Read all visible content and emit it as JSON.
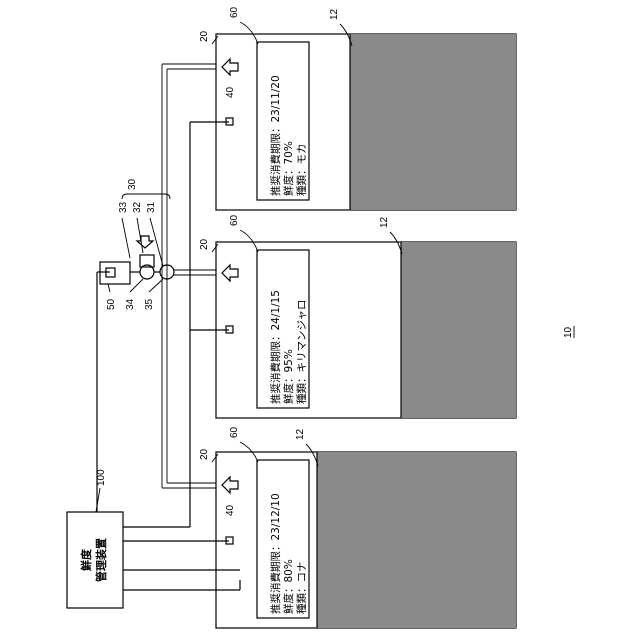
{
  "figure": {
    "number": "10",
    "device": {
      "ref": "100",
      "text": "鮮度管理装置"
    },
    "refs": {
      "tank": "12",
      "unit": "20",
      "sensor": "40",
      "display": "60",
      "valve_group": "30",
      "valve_a": "31",
      "valve_b": "32",
      "valve_c": "33",
      "valve_d": "34",
      "valve_e": "35",
      "controller": "50"
    },
    "containers": [
      {
        "type_line": "種類：コナ",
        "freshness_line": "鮮度：80%",
        "expiry_line": "推奨消費期限：23/12/10"
      },
      {
        "type_line": "種類：キリマンジャロ",
        "freshness_line": "鮮度：95%",
        "expiry_line": "推奨消費期限：24/1/15"
      },
      {
        "type_line": "種類：モカ",
        "freshness_line": "鮮度：70%",
        "expiry_line": "推奨消費期限：23/11/20"
      }
    ]
  }
}
